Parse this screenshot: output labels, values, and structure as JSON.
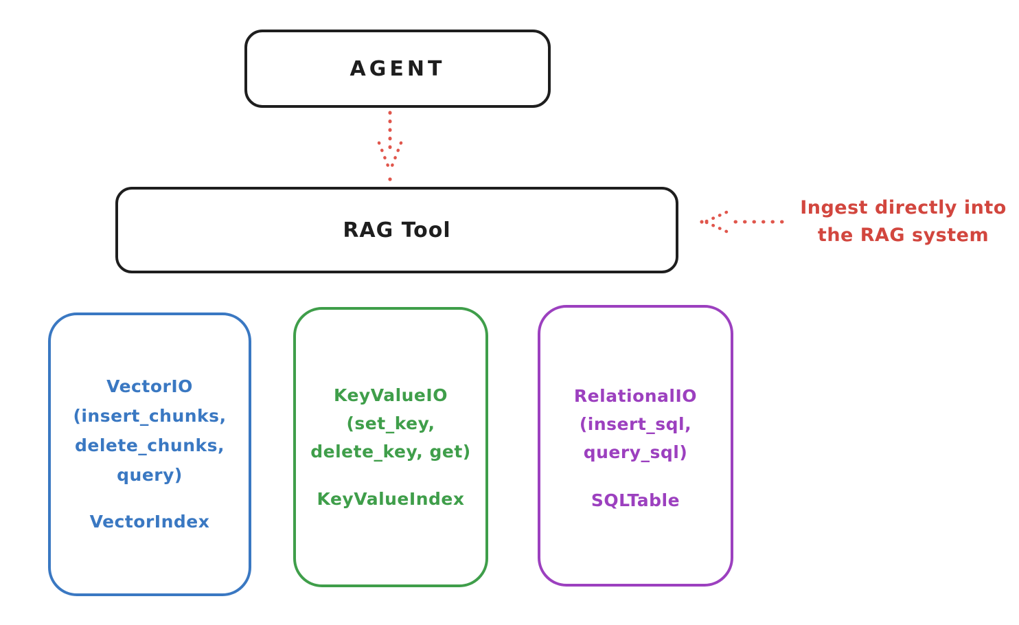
{
  "diagram": {
    "title_hint": "RAG Tool architecture sketch",
    "stroke_color": "#1e1e1e",
    "arrow_color": "#e0564c",
    "agent_box": {
      "label": "AGENT"
    },
    "rag_box": {
      "label": "RAG Tool"
    },
    "annotation": {
      "line1": "Ingest directly into",
      "line2": "the RAG system",
      "color": "#d2463e"
    },
    "cards": [
      {
        "id": "vector-io",
        "color": "#3a78c2",
        "lines": [
          "VectorIO",
          "(insert_chunks,",
          "delete_chunks,",
          "query)"
        ],
        "index_label": "VectorIndex"
      },
      {
        "id": "keyvalue-io",
        "color": "#3f9e4a",
        "lines": [
          "KeyValueIO",
          "(set_key,",
          "delete_key, get)"
        ],
        "index_label": "KeyValueIndex"
      },
      {
        "id": "relational-io",
        "color": "#9c40bf",
        "lines": [
          "RelationalIO",
          "(insert_sql,",
          "query_sql)"
        ],
        "index_label": "SQLTable"
      }
    ]
  }
}
